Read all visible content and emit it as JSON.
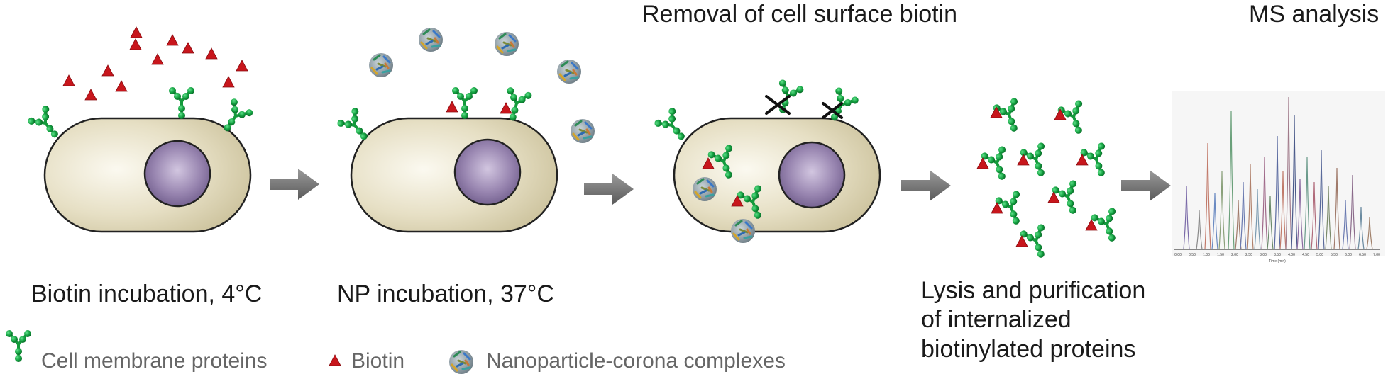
{
  "steps": {
    "biotin_incubation": "Biotin incubation, 4°C",
    "np_incubation": "NP incubation, 37°C",
    "removal": "Removal of cell surface biotin",
    "lysis_line1": "Lysis and purification",
    "lysis_line2": "of internalized",
    "lysis_line3": "biotinylated proteins",
    "ms_analysis": "MS analysis"
  },
  "legend": {
    "membrane_proteins": "Cell membrane proteins",
    "biotin": "Biotin",
    "np_corona": "Nanoparticle-corona complexes"
  },
  "colors": {
    "cell_fill": "#d8d0b0",
    "nucleus": "#8e7aa6",
    "protein": "#149a3c",
    "biotin": "#c8161c",
    "arrow": "#707070"
  },
  "chromatogram": {
    "x_ticks": [
      "0.00",
      "0.50",
      "1.00",
      "1.50",
      "2.00",
      "2.50",
      "3.00",
      "3.50",
      "4.00",
      "4.50",
      "5.00",
      "5.50",
      "6.00",
      "6.50",
      "7.00"
    ],
    "x_label": "Time (min)"
  }
}
